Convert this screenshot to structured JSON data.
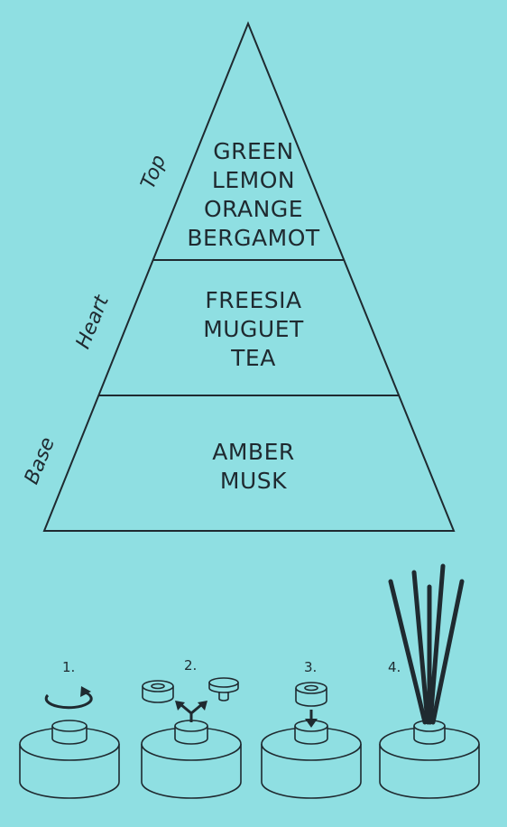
{
  "colors": {
    "background": "#8fdfe2",
    "ink": "#1f2a30"
  },
  "pyramid": {
    "tiers": [
      {
        "label": "Top",
        "notes": [
          "GREEN",
          "LEMON",
          "ORANGE",
          "BERGAMOT"
        ]
      },
      {
        "label": "Heart",
        "notes": [
          "FREESIA",
          "MUGUET",
          "TEA"
        ]
      },
      {
        "label": "Base",
        "notes": [
          "AMBER",
          "MUSK"
        ]
      }
    ]
  },
  "steps": [
    {
      "number": "1.",
      "icon": "rotate-cap-icon"
    },
    {
      "number": "2.",
      "icon": "remove-stopper-icon"
    },
    {
      "number": "3.",
      "icon": "insert-collar-icon"
    },
    {
      "number": "4.",
      "icon": "reeds-in-bottle-icon"
    }
  ]
}
